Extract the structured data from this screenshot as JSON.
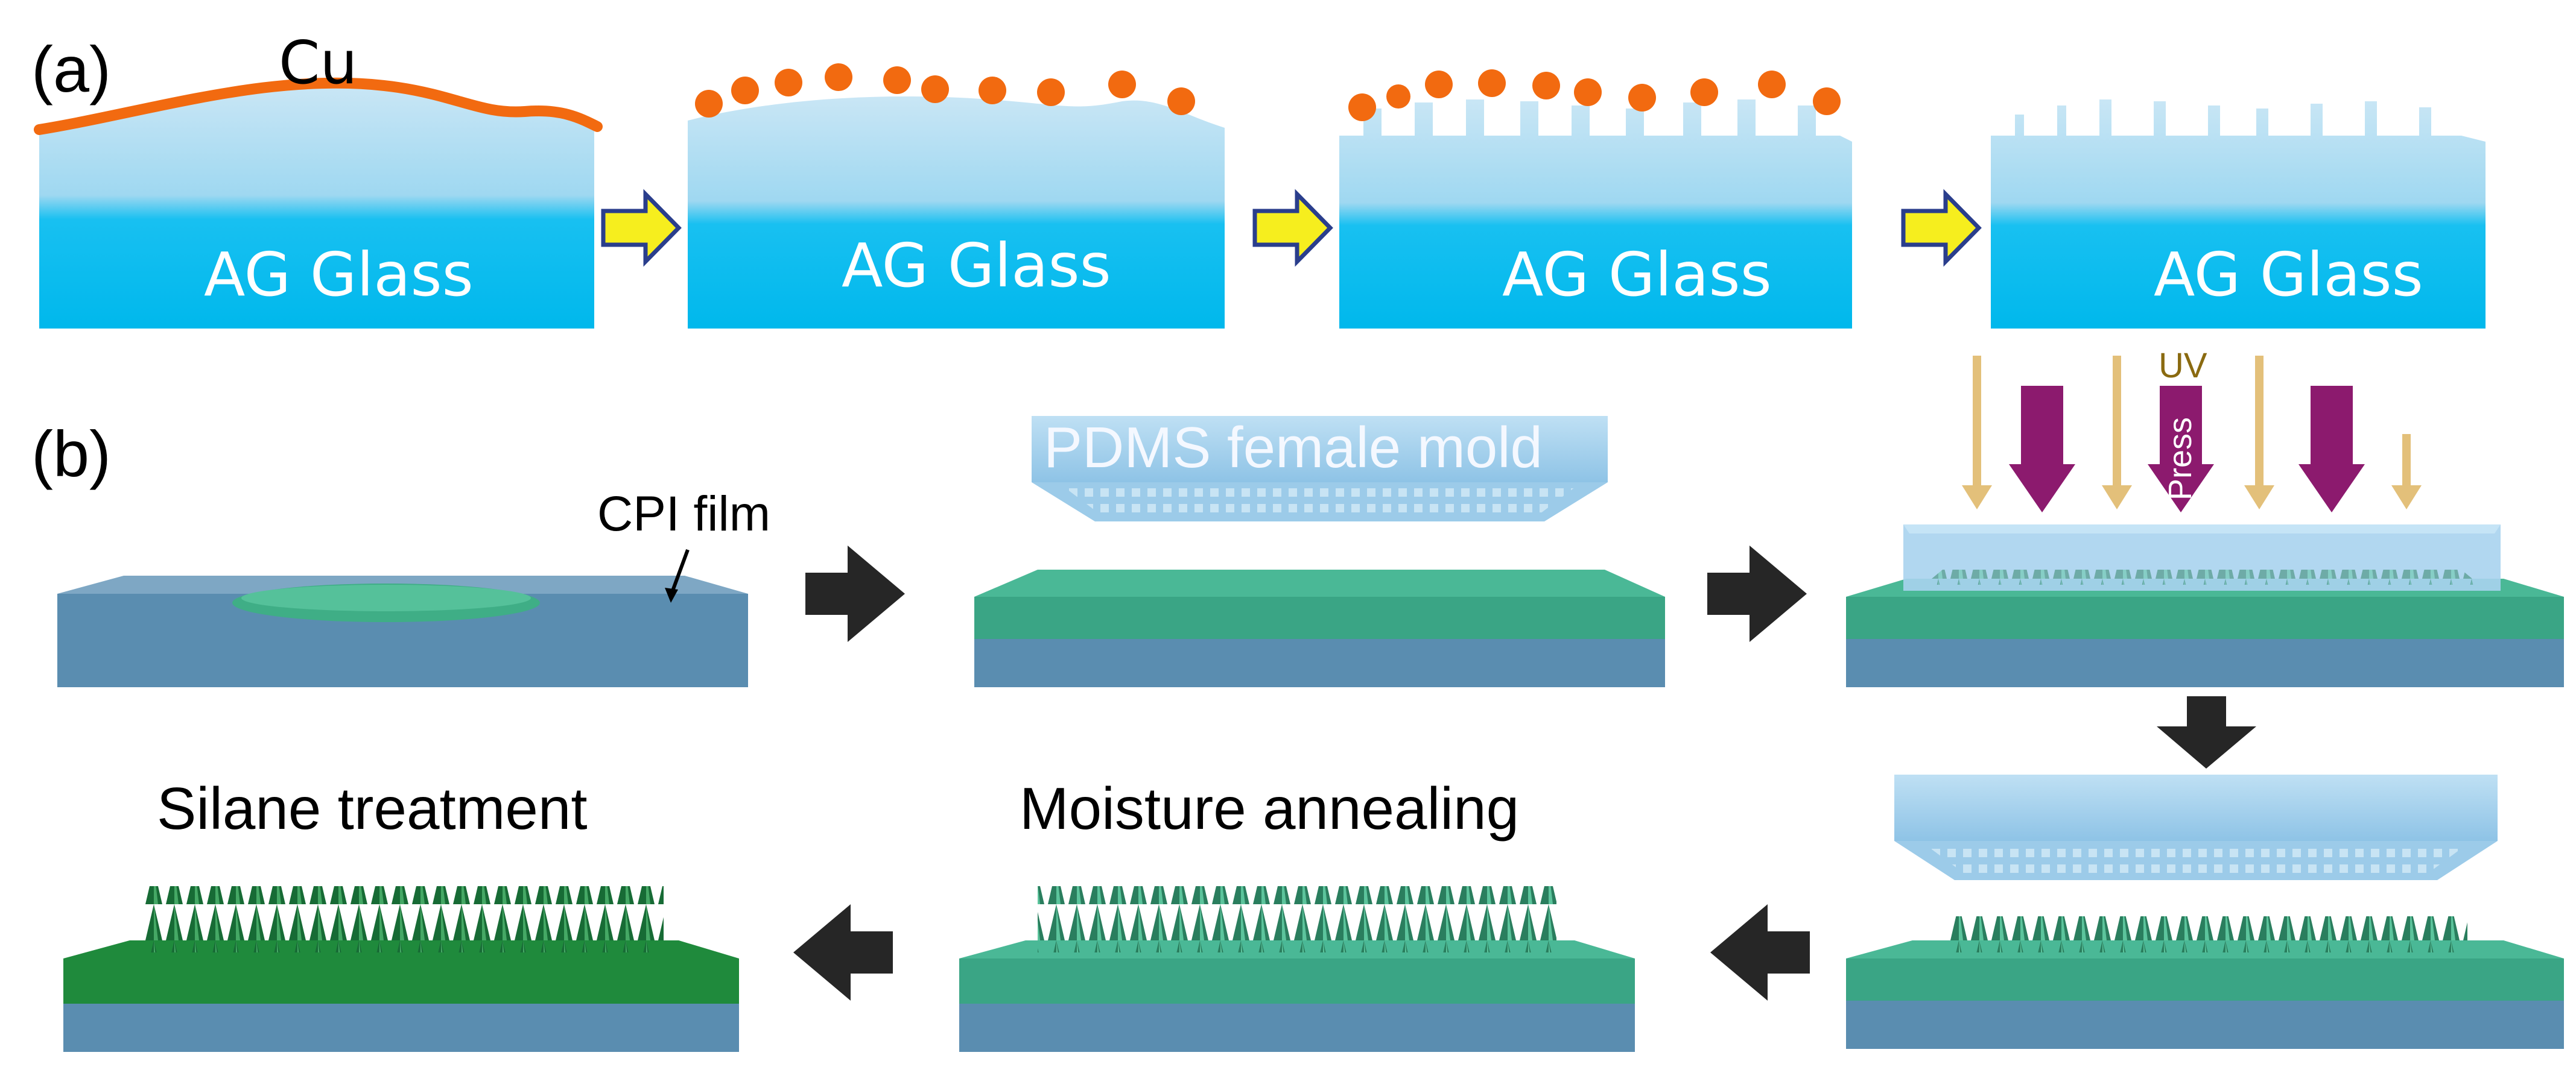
{
  "panel_a": {
    "label": "(a)",
    "cu_label": "Cu",
    "glass_label": "AG Glass"
  },
  "panel_b": {
    "label": "(b)",
    "cpi_label": "CPI film",
    "mold_label": "PDMS female mold",
    "uv_label": "UV",
    "press_label": "Press",
    "moisture_label": "Moisture annealing",
    "silane_label": "Silane treatment"
  },
  "colors": {
    "glass_top": "#c5e3f3",
    "glass_bottom": "#00bdf0",
    "copper": "#f26a10",
    "arrow_yellow": "#f6ee1e",
    "arrow_outline": "#2a3e8c",
    "substrate": "#5d8fb0",
    "cpi_green": "#3fae86",
    "mold_blue": "#a9d3ee",
    "uv_arrow": "#e3c07a",
    "press_arrow": "#8c1a6e",
    "dark_arrow": "#262626",
    "silane_green": "#1f8a3c"
  }
}
